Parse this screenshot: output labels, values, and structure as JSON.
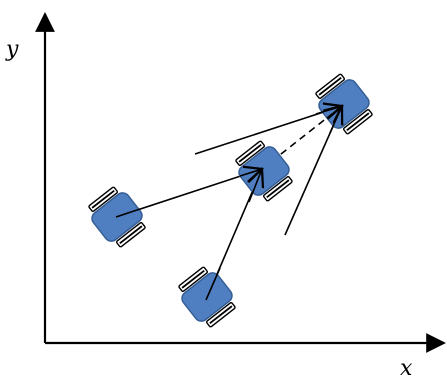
{
  "axes": {
    "x_label": "x",
    "y_label": "y"
  },
  "robots": [
    {
      "id": "robot-left"
    },
    {
      "id": "robot-bottom"
    },
    {
      "id": "robot-center"
    },
    {
      "id": "robot-top-right"
    }
  ],
  "colors": {
    "robot_fill": "#4f7fc1",
    "robot_stroke": "#355e96",
    "line": "#000000",
    "background": "#ffffff"
  }
}
